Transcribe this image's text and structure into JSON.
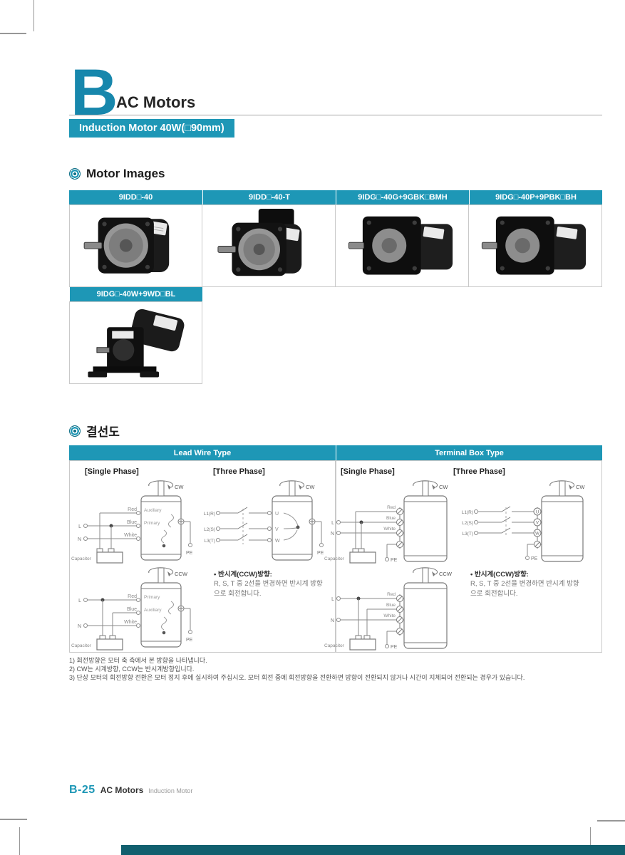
{
  "page": {
    "section_letter": "B",
    "section_title": "AC Motors",
    "banner": "Induction Motor 40W(□90mm)",
    "footer_page": "B-25",
    "footer_title": "AC Motors",
    "footer_subtitle": "Induction Motor"
  },
  "motor_images": {
    "section_title": "Motor Images",
    "row1": [
      {
        "model": "9IDD□-40",
        "icon": "motor-basic"
      },
      {
        "model": "9IDD□-40-T",
        "icon": "motor-terminal-box"
      },
      {
        "model": "9IDG□-40G+9GBK□BMH",
        "icon": "motor-gearhead"
      },
      {
        "model": "9IDG□-40P+9PBK□BH",
        "icon": "motor-gearhead"
      }
    ],
    "row2": [
      {
        "model": "9IDG□-40W+9WD□BL",
        "icon": "motor-right-angle"
      }
    ]
  },
  "wiring": {
    "section_title": "결선도",
    "columns": [
      "Lead Wire Type",
      "Terminal Box Type"
    ],
    "single_phase_label": "[Single Phase]",
    "three_phase_label": "[Three Phase]",
    "labels": {
      "cw": "CW",
      "ccw": "CCW",
      "red": "Red",
      "blue": "Blue",
      "white": "White",
      "auxiliary": "Auxiliary",
      "primary": "Primary",
      "l": "L",
      "n": "N",
      "pe": "PE",
      "capacitor": "Capacitor",
      "l1": "L1(R)",
      "l2": "L2(S)",
      "l3": "L3(T)",
      "u": "U",
      "v": "V",
      "w": "W"
    },
    "ccw_note_title": "• 반시계(CCW)방향:",
    "ccw_note_body": "R, S, T 중 2선을 변경하면 반시계 방향으로 회전합니다."
  },
  "footnotes": [
    "1) 회전방향은 모터 축 측에서 본 방향을 나타냅니다.",
    "2) CW는 시계방향, CCW는 반시계방향입니다.",
    "3) 단상 모터의 회전방향 전환은 모터 정지 후에 실시하여 주십시오. 모터 회전 중에 회전방향을 전환하면 방향이 전환되지 않거나 시간이 지체되어 전환되는 경우가 있습니다."
  ],
  "colors": {
    "accent": "#1e97b6",
    "accent_dark": "#115f6e",
    "letter_blue": "#1787ac"
  }
}
